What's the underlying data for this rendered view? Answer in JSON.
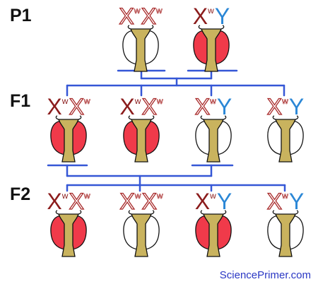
{
  "generations": [
    {
      "label": "P1",
      "flies": [
        {
          "genotype": [
            {
              "sym": "X",
              "allele": "w",
              "style": "white-x"
            },
            {
              "sym": "X",
              "allele": "w",
              "style": "white-x"
            }
          ],
          "eye": "white"
        },
        {
          "genotype": [
            {
              "sym": "X",
              "allele": "w",
              "style": "red-x"
            },
            {
              "sym": "Y",
              "allele": "",
              "style": "y"
            }
          ],
          "eye": "red"
        }
      ]
    },
    {
      "label": "F1",
      "flies": [
        {
          "genotype": [
            {
              "sym": "X",
              "allele": "w",
              "style": "red-x"
            },
            {
              "sym": "X",
              "allele": "w",
              "style": "white-x"
            }
          ],
          "eye": "red"
        },
        {
          "genotype": [
            {
              "sym": "X",
              "allele": "w",
              "style": "red-x"
            },
            {
              "sym": "X",
              "allele": "w",
              "style": "white-x"
            }
          ],
          "eye": "red"
        },
        {
          "genotype": [
            {
              "sym": "X",
              "allele": "w",
              "style": "white-x"
            },
            {
              "sym": "Y",
              "allele": "",
              "style": "y"
            }
          ],
          "eye": "white"
        },
        {
          "genotype": [
            {
              "sym": "X",
              "allele": "w",
              "style": "white-x"
            },
            {
              "sym": "Y",
              "allele": "",
              "style": "y"
            }
          ],
          "eye": "white"
        }
      ]
    },
    {
      "label": "F2",
      "flies": [
        {
          "genotype": [
            {
              "sym": "X",
              "allele": "w",
              "style": "red-x"
            },
            {
              "sym": "X",
              "allele": "w",
              "style": "white-x"
            }
          ],
          "eye": "red"
        },
        {
          "genotype": [
            {
              "sym": "X",
              "allele": "w",
              "style": "white-x"
            },
            {
              "sym": "X",
              "allele": "w",
              "style": "white-x"
            }
          ],
          "eye": "white"
        },
        {
          "genotype": [
            {
              "sym": "X",
              "allele": "w",
              "style": "red-x"
            },
            {
              "sym": "Y",
              "allele": "",
              "style": "y"
            }
          ],
          "eye": "red"
        },
        {
          "genotype": [
            {
              "sym": "X",
              "allele": "w",
              "style": "white-x"
            },
            {
              "sym": "Y",
              "allele": "",
              "style": "y"
            }
          ],
          "eye": "white"
        }
      ]
    }
  ],
  "footer": "SciencePrimer.com",
  "colors": {
    "red_x": "#8b1c1c",
    "white_x_outline": "#a82a2a",
    "y": "#2b87d6",
    "red_eye": "#f03a4a",
    "white_eye": "#ffffff",
    "body": "#c9b35e",
    "line": "#3557d6",
    "footer": "#2a37c4",
    "outline": "#111111"
  }
}
